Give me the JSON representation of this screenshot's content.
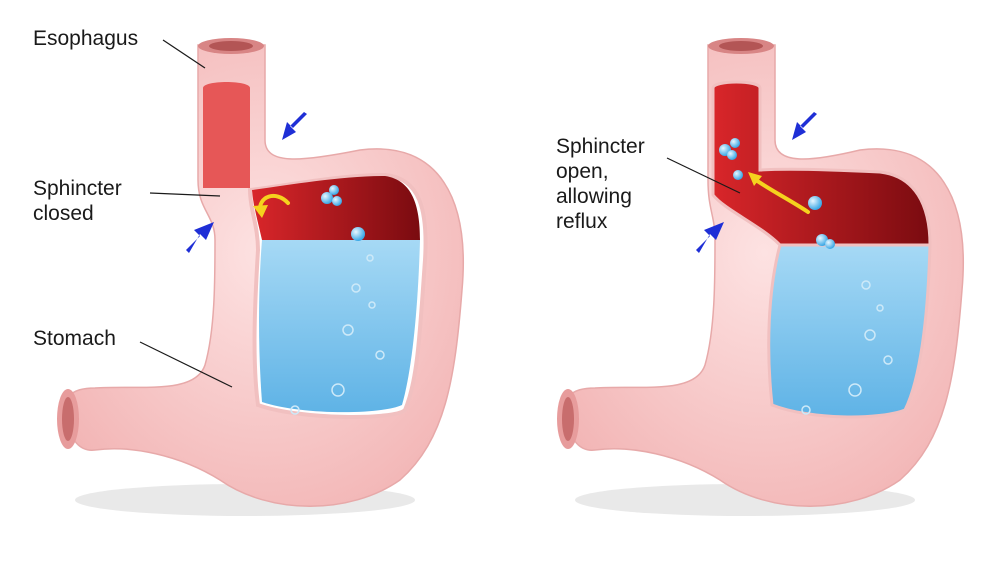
{
  "labels": {
    "esophagus": "Esophagus",
    "sphincter_closed": "Sphincter\nclosed",
    "stomach": "Stomach",
    "sphincter_open": "Sphincter\nopen,\nallowing\nreflux"
  },
  "colors": {
    "tissue": "#f6c9c9",
    "tissue_light": "#fde8e8",
    "lumen_acid": "#c21f1f",
    "lumen_dark": "#8e0f12",
    "fluid": "#7fc4ec",
    "arrow_blue": "#1f2fd6",
    "arrow_yellow": "#f5d21e",
    "bubble": "#4cb4ea"
  },
  "icons": {
    "pressure_arrow": "pressure-arrow-icon",
    "reflux_arrow": "reflux-arrow-icon",
    "bubble": "bubble-icon"
  }
}
